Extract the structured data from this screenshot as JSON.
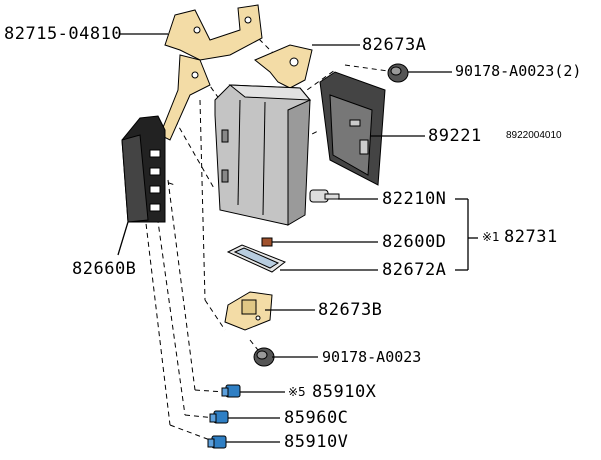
{
  "parts": {
    "bracket_upper": "82715-04810",
    "bracket_a": "82673A",
    "clip_a": "90178-A0023(2)",
    "module": "89221",
    "module_code": "8922004010",
    "clip_b": "82210N",
    "fuse_d": "82600D",
    "cover_a": "82672A",
    "block_assy": "82731",
    "block_assy_mark": "※1",
    "relay_block": "82660B",
    "bracket_b": "82673B",
    "clip_c": "90178-A0023",
    "relay_x": "85910X",
    "relay_x_mark": "※5",
    "relay_c": "85960C",
    "relay_v": "85910V"
  },
  "colors": {
    "bracket": "#f3dca6",
    "relay": "#2f7fc4",
    "housing": "#b8b8b8",
    "outline": "#000000"
  }
}
